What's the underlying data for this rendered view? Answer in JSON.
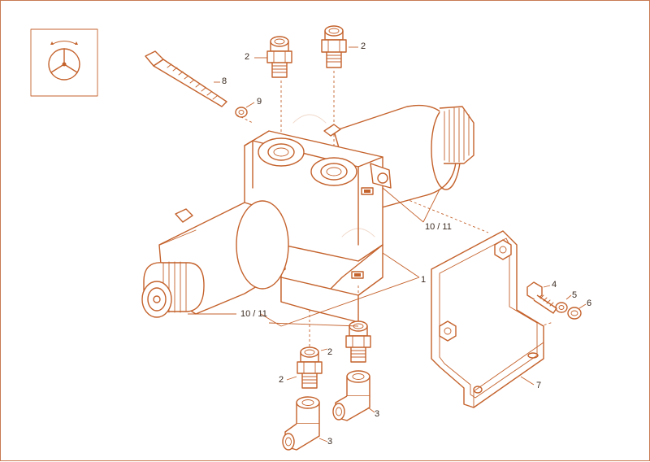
{
  "colors": {
    "line": "#c4622c",
    "frame": "#c87a52",
    "text": "#3a2a20",
    "background": "#ffffff"
  },
  "labels": {
    "l1": "1",
    "l2a": "2",
    "l2b": "2",
    "l2c": "2",
    "l2d": "2",
    "l3a": "3",
    "l3b": "3",
    "l4": "4",
    "l5": "5",
    "l6": "6",
    "l7": "7",
    "l8": "8",
    "l9": "9",
    "l10a": "10 / 11",
    "l10b": "10 / 11"
  },
  "icons": {
    "view_indicator": "rotation-view-icon"
  }
}
